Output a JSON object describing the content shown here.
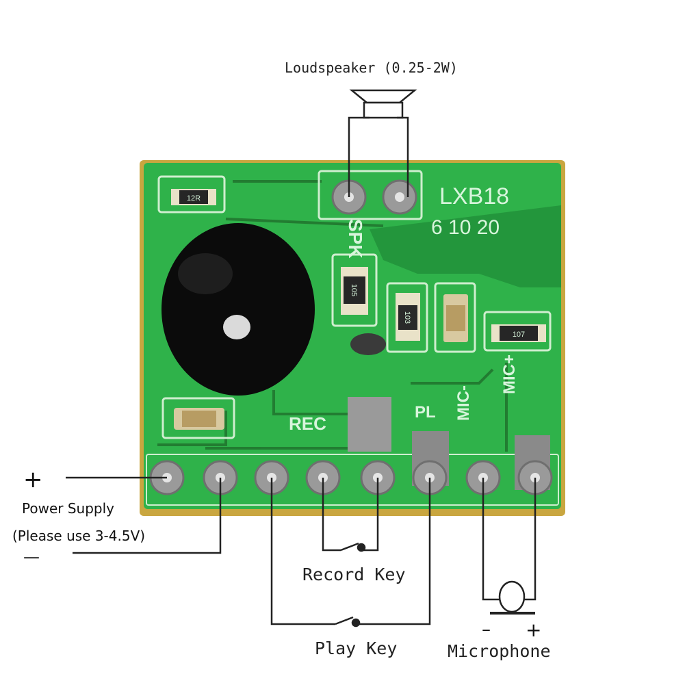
{
  "labels": {
    "loudspeaker": "Loudspeaker (0.25-2W)",
    "power_plus": "+",
    "power_supply": "Power Supply",
    "power_note": "(Please use 3-4.5V)",
    "power_minus": "—",
    "record_key": "Record Key",
    "play_key": "Play Key",
    "microphone": "Microphone",
    "mic_minus": "–",
    "mic_plus": "+"
  },
  "board": {
    "model": "LXB18",
    "variants": "6 10 20",
    "spk": "SPK",
    "rec": "REC",
    "pl": "PL",
    "mic_minus": "MIC-",
    "mic_plus": "MIC+",
    "r1": "12R",
    "r2": "105",
    "r3": "103",
    "r4": "107",
    "colors": {
      "pcb": "#2fb24a",
      "pcb_dark": "#1e8a36",
      "pad": "#9a9a9a",
      "blob": "#0b0b0b",
      "edge": "#c9a640"
    }
  }
}
